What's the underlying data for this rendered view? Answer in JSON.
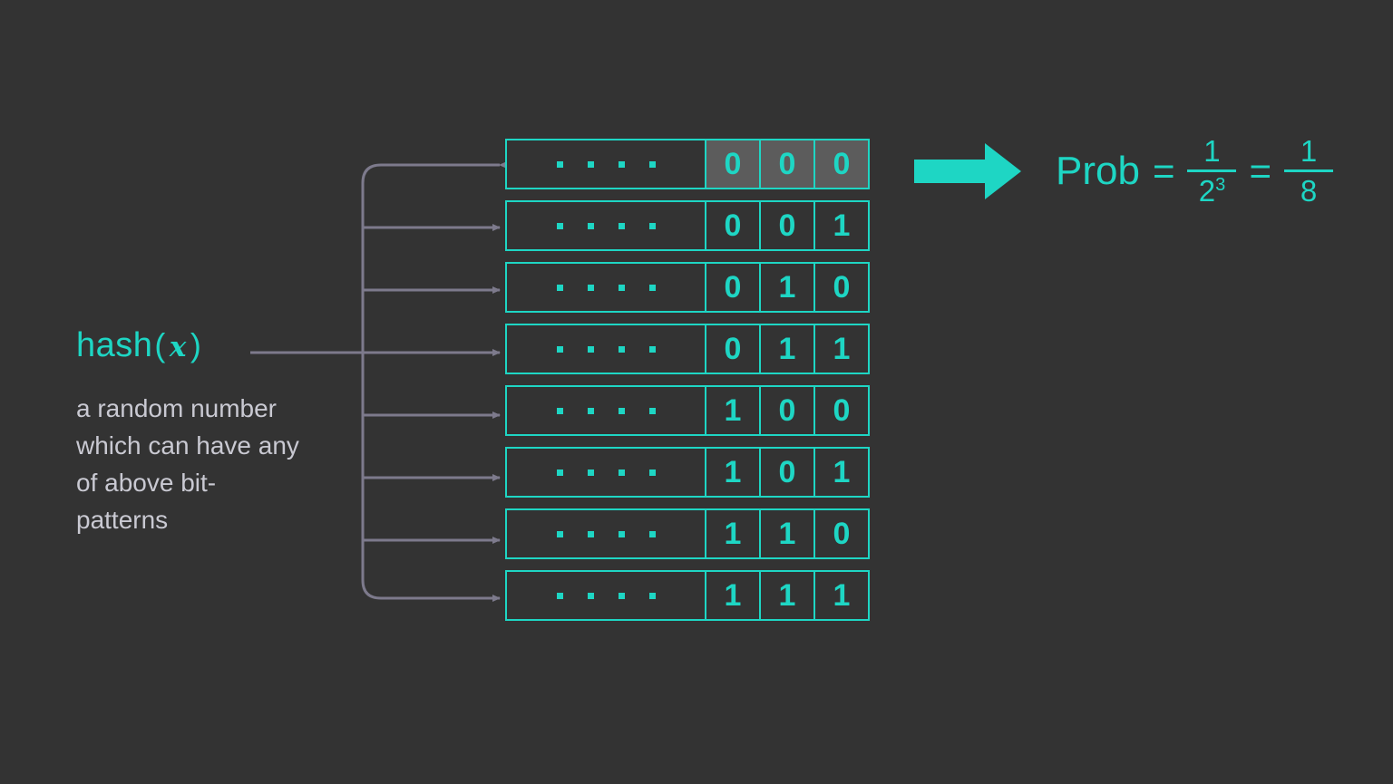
{
  "canvas": {
    "background": "#333333",
    "accent": "#1ed6c4",
    "text_gray": "#c9c9d2",
    "connector_gray": "#7d7a8c",
    "highlight_gray": "#5c5c5c"
  },
  "hash_label": {
    "name": "hash",
    "open_paren": "(",
    "variable": "x",
    "close_paren": ")",
    "description": "a random number which can have any of above bit-patterns"
  },
  "table": {
    "dots_per_row": 4,
    "rows": [
      {
        "bits": [
          "0",
          "0",
          "0"
        ],
        "highlighted": true
      },
      {
        "bits": [
          "0",
          "0",
          "1"
        ],
        "highlighted": false
      },
      {
        "bits": [
          "0",
          "1",
          "0"
        ],
        "highlighted": false
      },
      {
        "bits": [
          "0",
          "1",
          "1"
        ],
        "highlighted": false
      },
      {
        "bits": [
          "1",
          "0",
          "0"
        ],
        "highlighted": false
      },
      {
        "bits": [
          "1",
          "0",
          "1"
        ],
        "highlighted": false
      },
      {
        "bits": [
          "1",
          "1",
          "0"
        ],
        "highlighted": false
      },
      {
        "bits": [
          "1",
          "1",
          "1"
        ],
        "highlighted": false
      }
    ]
  },
  "probability": {
    "label": "Prob",
    "equals": "=",
    "fraction_1": {
      "numerator": "1",
      "denominator_base": "2",
      "denominator_exponent": "3"
    },
    "equals_2": "=",
    "fraction_2": {
      "numerator": "1",
      "denominator": "8"
    }
  }
}
